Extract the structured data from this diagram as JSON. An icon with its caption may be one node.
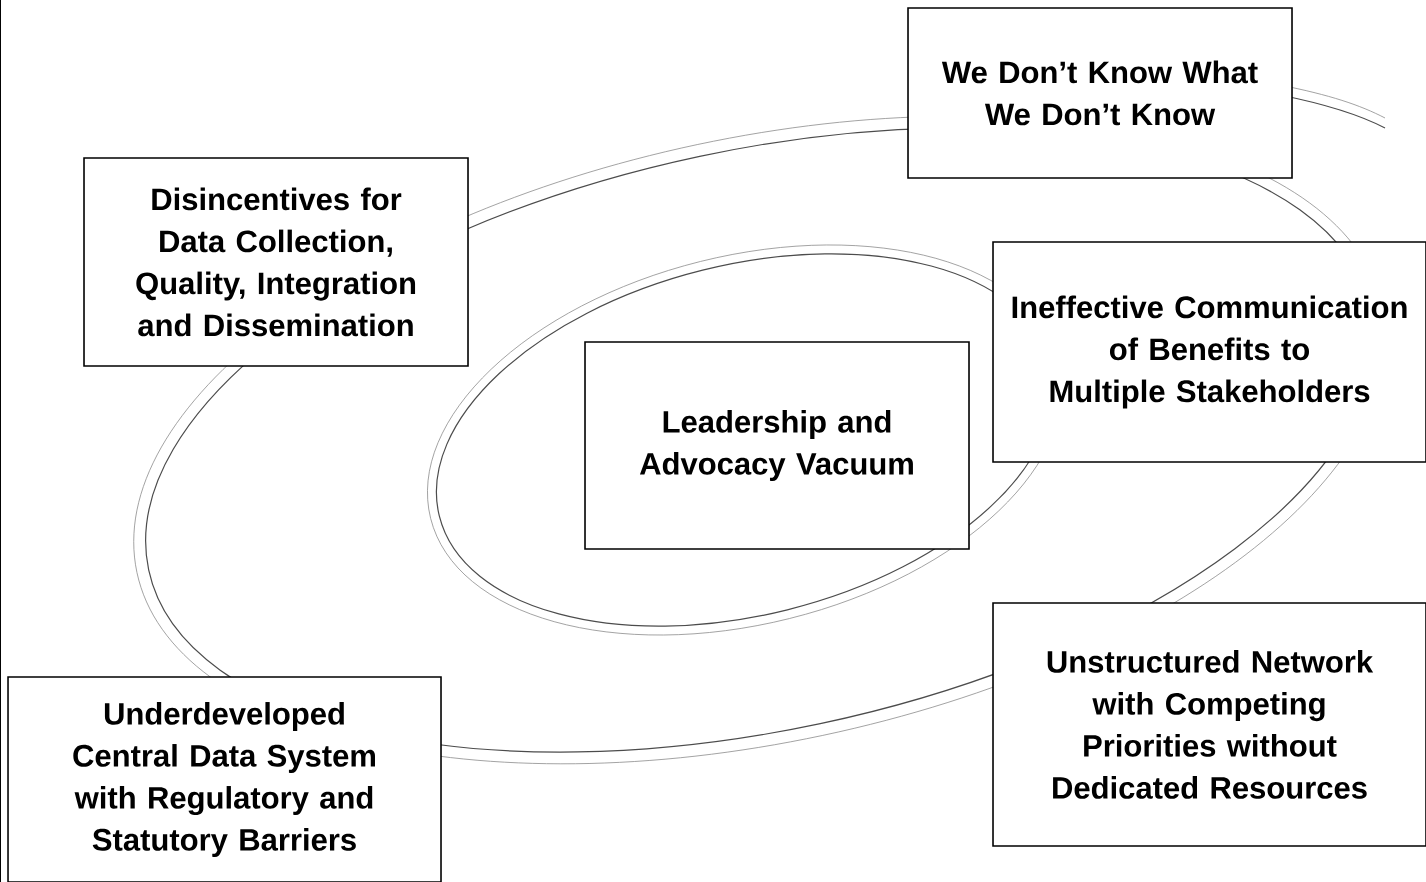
{
  "diagram": {
    "nodes": [
      {
        "text": [
          "We Don’t Know What We Don’t Know"
        ]
      },
      {
        "text": [
          "Disincentives for Data Collection, Quality, Integration and Dissemination"
        ]
      },
      {
        "text": [
          "Ineffective Communication of Benefits to Multiple Stakeholders"
        ]
      },
      {
        "text": [
          "Leadership and Advocacy Vacuum"
        ]
      },
      {
        "text": [
          "Unstructured Network with Competing Priorities without Dedicated Resources"
        ]
      },
      {
        "text": [
          "Underdeveloped Central Data System with Regulatory and Statutory Barriers"
        ]
      }
    ]
  }
}
